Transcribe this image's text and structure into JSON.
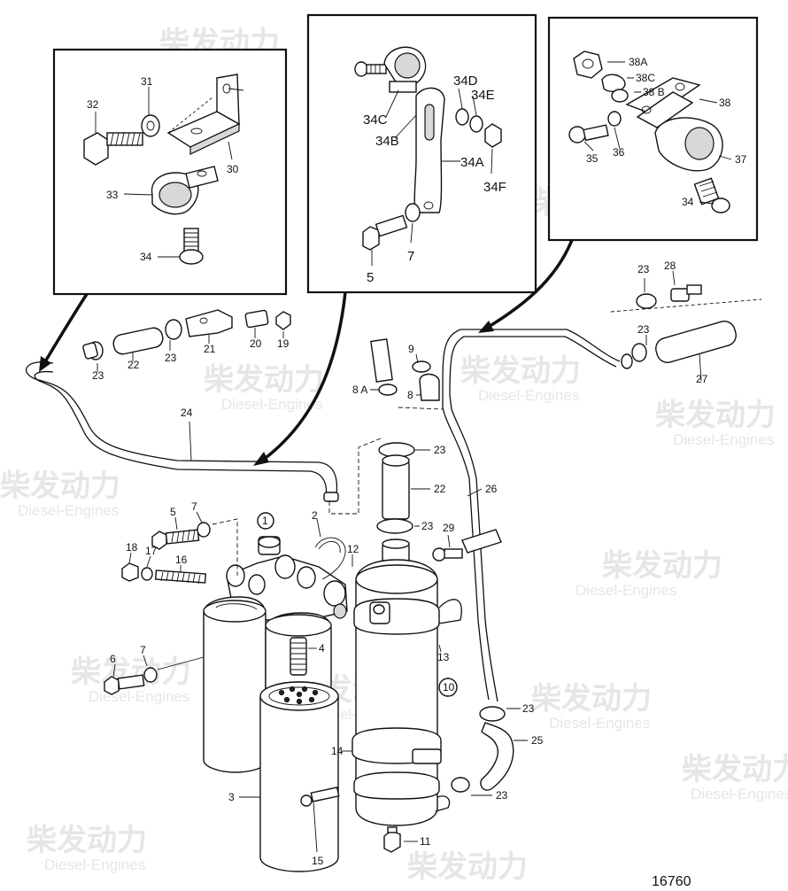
{
  "watermark": {
    "cn": "柴发动力",
    "en": "Diesel-Engines"
  },
  "drawing_number": "16760",
  "panel_left": {
    "labels": {
      "p32": "32",
      "p31": "31",
      "p30": "30",
      "p33": "33",
      "p34": "34"
    }
  },
  "panel_center": {
    "labels": {
      "p34c": "34C",
      "p34b": "34B",
      "p34d": "34D",
      "p34e": "34E",
      "p34a": "34A",
      "p34f": "34F",
      "p5": "5",
      "p7": "7"
    }
  },
  "panel_right": {
    "labels": {
      "p38a": "38A",
      "p38c": "38C",
      "p38b": "38 B",
      "p38": "38",
      "p35": "35",
      "p36": "36",
      "p37": "37",
      "p34": "34"
    }
  },
  "main": {
    "labels": {
      "p23a": "23",
      "p22a": "22",
      "p23b": "23",
      "p21": "21",
      "p20": "20",
      "p19": "19",
      "p24": "24",
      "p9": "9",
      "p8a": "8 A",
      "p8": "8",
      "p23c": "23",
      "p22b": "22",
      "p23d": "23",
      "p26": "26",
      "p23e": "23",
      "p28": "28",
      "p23f": "23",
      "p27": "27",
      "p1": "1",
      "p2": "2",
      "p5": "5",
      "p7a": "7",
      "p18": "18",
      "p17": "17",
      "p16": "16",
      "p12": "12",
      "p29": "29",
      "p4": "4",
      "p13": "13",
      "p6": "6",
      "p7b": "7",
      "p10": "10",
      "p14": "14",
      "p3": "3",
      "p15": "15",
      "p11": "11",
      "p23g": "23",
      "p25": "25",
      "p23h": "23"
    }
  }
}
